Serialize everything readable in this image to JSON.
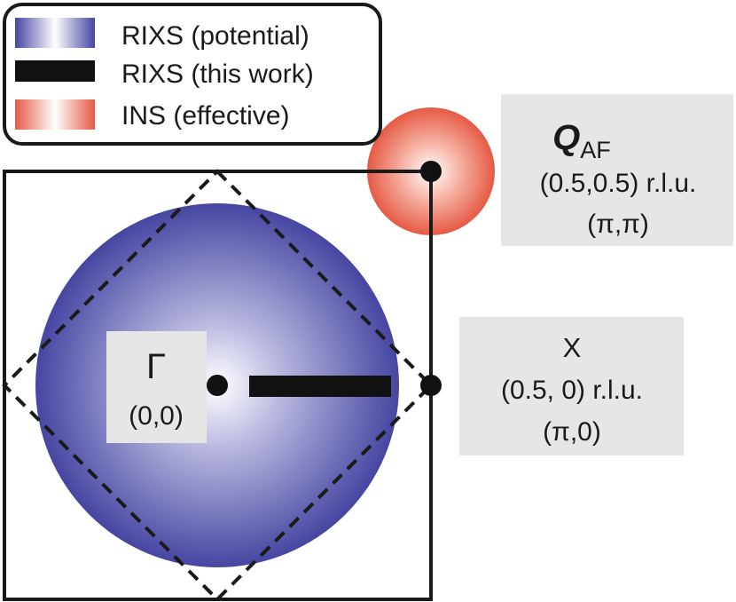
{
  "legend": {
    "items": [
      {
        "label": "RIXS (potential)",
        "style": "blue-gradient"
      },
      {
        "label": "RIXS (this work)",
        "style": "black-bar"
      },
      {
        "label": "INS (effective)",
        "style": "red-gradient"
      }
    ]
  },
  "points": {
    "gamma": {
      "symbol": "Γ",
      "coord": "(0,0)"
    },
    "x_point": {
      "symbol": "X",
      "coord": "(0.5, 0) r.l.u.",
      "pi": "(π,0)"
    },
    "q_af": {
      "symbol": "Q",
      "subscript": "AF",
      "coord": "(0.5,0.5) r.l.u.",
      "pi": "(π,π)"
    }
  },
  "colors": {
    "rixs_potential": "#4a4aa0",
    "rixs_this_work": "#111111",
    "ins_effective": "#e8604a",
    "label_box": "#e6e6e6"
  }
}
